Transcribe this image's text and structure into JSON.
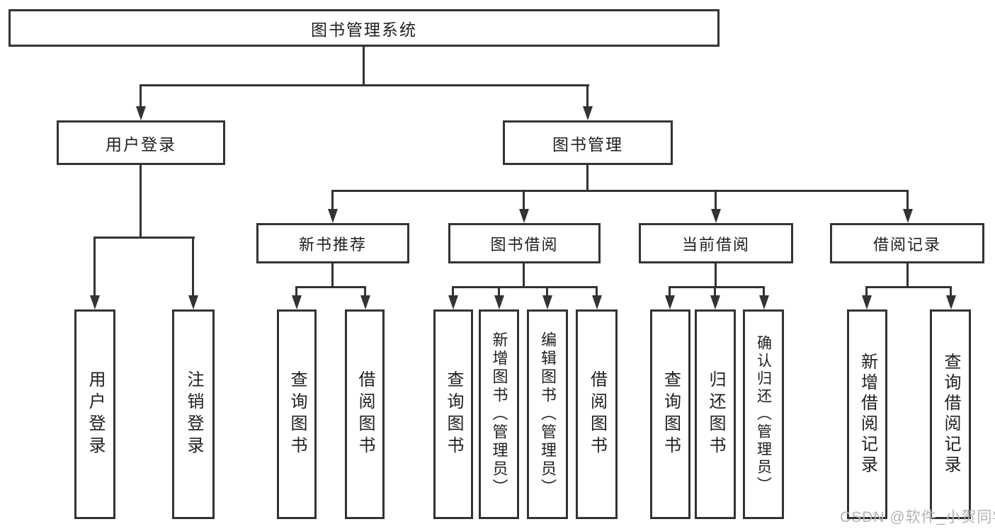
{
  "tree": {
    "root": {
      "label": "图书管理系统"
    },
    "level2": [
      {
        "label": "用户登录"
      },
      {
        "label": "图书管理"
      }
    ],
    "level3": [
      {
        "label": "新书推荐"
      },
      {
        "label": "图书借阅"
      },
      {
        "label": "当前借阅"
      },
      {
        "label": "借阅记录"
      }
    ],
    "leaves": {
      "user_login": [
        {
          "label": "用户登录"
        },
        {
          "label": "注销登录"
        }
      ],
      "new_books": [
        {
          "label": "查询图书"
        },
        {
          "label": "借阅图书"
        }
      ],
      "book_borrow": [
        {
          "label": "查询图书"
        },
        {
          "label": "新增图书（管理员）"
        },
        {
          "label": "编辑图书（管理员）"
        },
        {
          "label": "借阅图书"
        }
      ],
      "current_borrow": [
        {
          "label": "查询图书"
        },
        {
          "label": "归还图书"
        },
        {
          "label": "确认归还（管理员）"
        }
      ],
      "borrow_records": [
        {
          "label": "新增借阅记录"
        },
        {
          "label": "查询借阅记录"
        }
      ]
    }
  },
  "watermark": {
    "text": "CSDN @软件_小贺同学"
  },
  "colors": {
    "line": "#333333",
    "text": "#1f1f1f",
    "background": "#ffffff",
    "watermark": "#b3b3b3"
  }
}
